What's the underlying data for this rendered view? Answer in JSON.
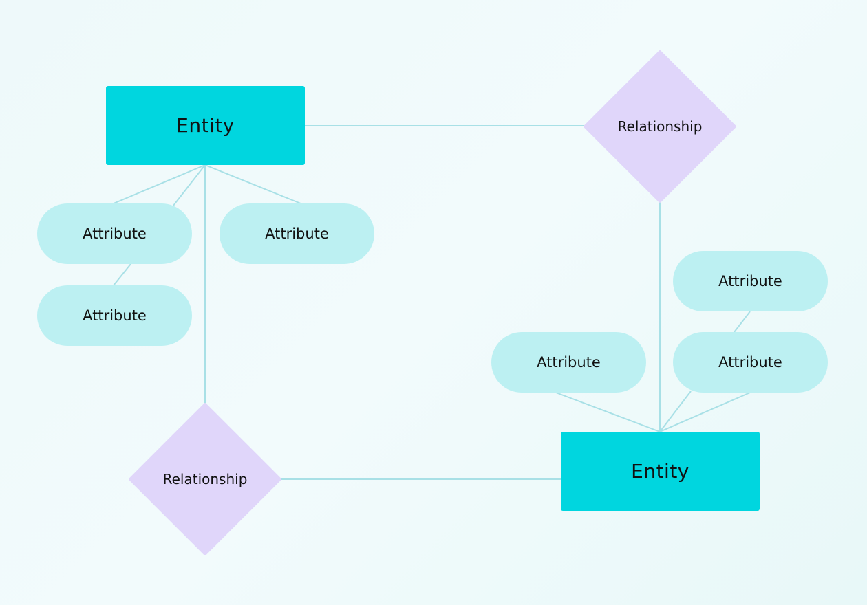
{
  "diagram": {
    "entities": [
      {
        "label": "Entity"
      },
      {
        "label": "Entity"
      }
    ],
    "relationships": [
      {
        "label": "Relationship"
      },
      {
        "label": "Relationship"
      }
    ],
    "attributes": [
      {
        "label": "Attribute"
      },
      {
        "label": "Attribute"
      },
      {
        "label": "Attribute"
      },
      {
        "label": "Attribute"
      },
      {
        "label": "Attribute"
      },
      {
        "label": "Attribute"
      }
    ],
    "colors": {
      "entity_fill": "#00d6df",
      "attribute_fill": "#bcf0f2",
      "relationship_fill": "#e0d6fa",
      "connector": "#a8e0e6",
      "text": "#111111"
    }
  }
}
